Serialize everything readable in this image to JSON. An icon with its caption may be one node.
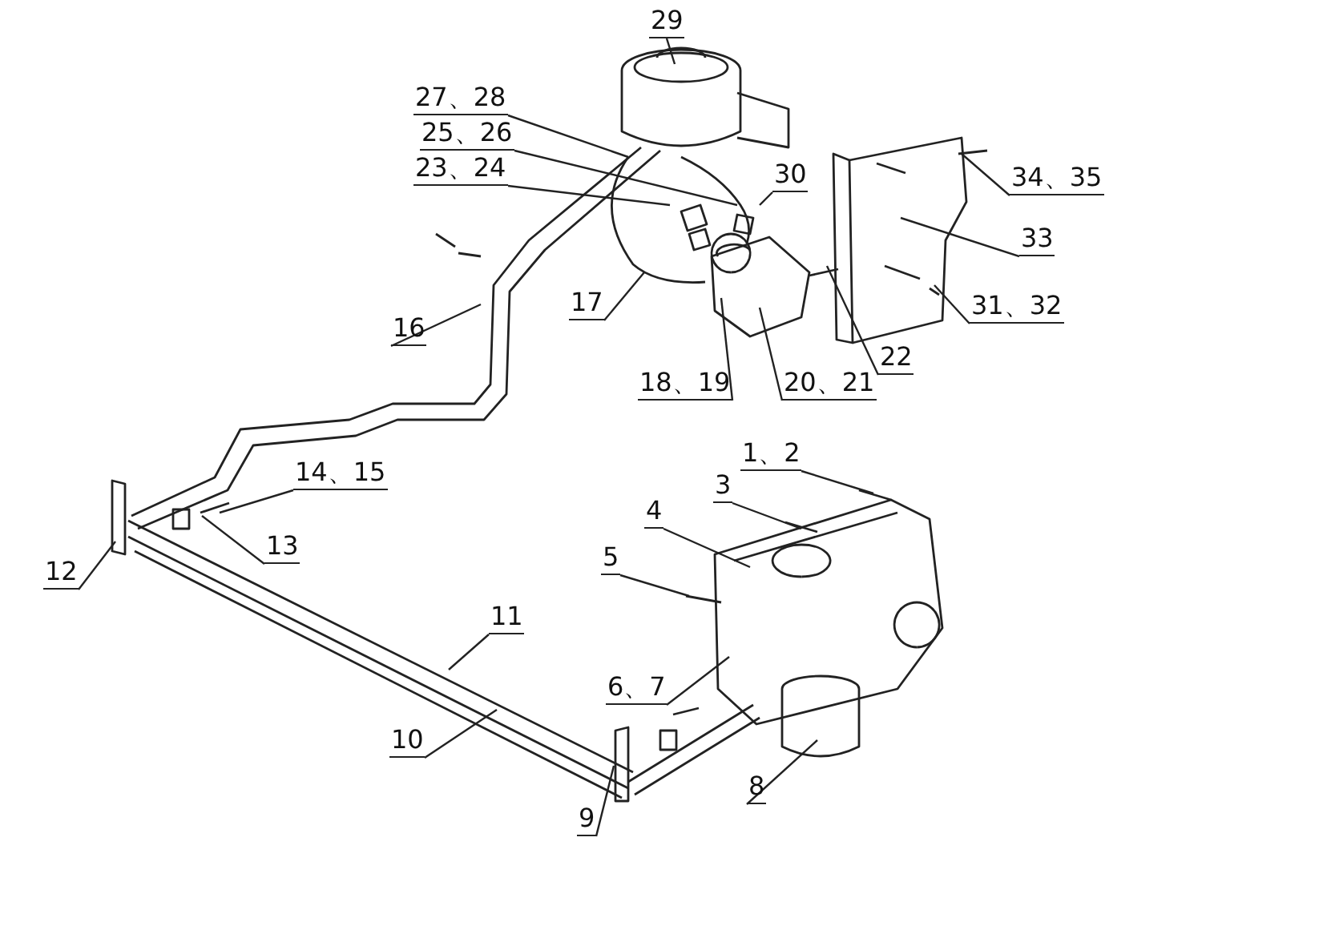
{
  "diagram": {
    "nodes": [
      {
        "text": [
          "29"
        ]
      },
      {
        "text": [
          "27、28"
        ]
      },
      {
        "text": [
          "25、26"
        ]
      },
      {
        "text": [
          "23、24"
        ]
      },
      {
        "text": [
          "30"
        ]
      },
      {
        "text": [
          "34、35"
        ]
      },
      {
        "text": [
          "33"
        ]
      },
      {
        "text": [
          "17"
        ]
      },
      {
        "text": [
          "16"
        ]
      },
      {
        "text": [
          "22"
        ]
      },
      {
        "text": [
          "31、32"
        ]
      },
      {
        "text": [
          "18、19"
        ]
      },
      {
        "text": [
          "20、21"
        ]
      },
      {
        "text": [
          "1、2"
        ]
      },
      {
        "text": [
          "14、15"
        ]
      },
      {
        "text": [
          "3"
        ]
      },
      {
        "text": [
          "4"
        ]
      },
      {
        "text": [
          "13"
        ]
      },
      {
        "text": [
          "12"
        ]
      },
      {
        "text": [
          "5"
        ]
      },
      {
        "text": [
          "11"
        ]
      },
      {
        "text": [
          "6、7"
        ]
      },
      {
        "text": [
          "10"
        ]
      },
      {
        "text": [
          "8"
        ]
      },
      {
        "text": [
          "9"
        ]
      }
    ],
    "edges": [
      {
        "from": 0,
        "to": null,
        "arrow": "none"
      },
      {
        "from": 1,
        "to": null,
        "arrow": "none"
      },
      {
        "from": 2,
        "to": null,
        "arrow": "none"
      },
      {
        "from": 3,
        "to": null,
        "arrow": "none"
      },
      {
        "from": 4,
        "to": null,
        "arrow": "none"
      },
      {
        "from": 5,
        "to": null,
        "arrow": "none"
      },
      {
        "from": 6,
        "to": null,
        "arrow": "none"
      },
      {
        "from": 7,
        "to": null,
        "arrow": "none"
      },
      {
        "from": 8,
        "to": null,
        "arrow": "none"
      },
      {
        "from": 9,
        "to": null,
        "arrow": "none"
      },
      {
        "from": 10,
        "to": null,
        "arrow": "none"
      },
      {
        "from": 11,
        "to": null,
        "arrow": "none"
      },
      {
        "from": 12,
        "to": null,
        "arrow": "none"
      },
      {
        "from": 13,
        "to": null,
        "arrow": "none"
      },
      {
        "from": 14,
        "to": null,
        "arrow": "none"
      },
      {
        "from": 15,
        "to": null,
        "arrow": "none"
      },
      {
        "from": 16,
        "to": null,
        "arrow": "none"
      },
      {
        "from": 17,
        "to": null,
        "arrow": "none"
      },
      {
        "from": 18,
        "to": null,
        "arrow": "none"
      },
      {
        "from": 19,
        "to": null,
        "arrow": "none"
      },
      {
        "from": 20,
        "to": null,
        "arrow": "none"
      },
      {
        "from": 21,
        "to": null,
        "arrow": "none"
      },
      {
        "from": 22,
        "to": null,
        "arrow": "none"
      },
      {
        "from": 23,
        "to": null,
        "arrow": "none"
      },
      {
        "from": 24,
        "to": null,
        "arrow": "none"
      }
    ]
  }
}
